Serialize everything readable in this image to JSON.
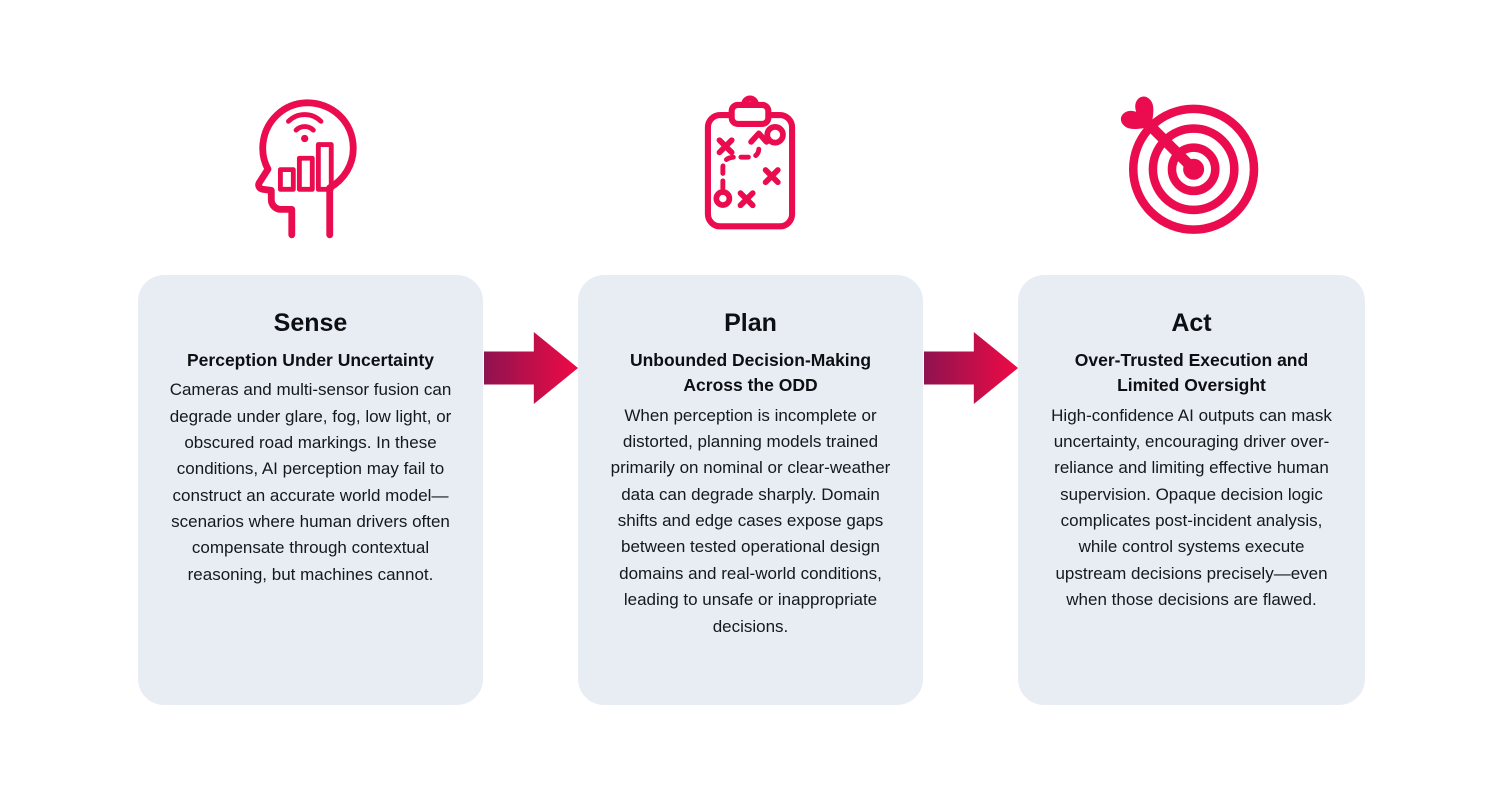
{
  "colors": {
    "accent": "#ea0c4e",
    "card_bg": "#e8edf4",
    "arrow_start": "#8e134f",
    "arrow_end": "#ef0a46",
    "text": "#15181c"
  },
  "cards": [
    {
      "id": "sense",
      "icon": "head-signal-chart-icon",
      "title": "Sense",
      "subtitle": "Perception Under Uncertainty",
      "body": "Cameras and multi-sensor fusion can degrade under glare, fog, low light, or obscured road markings. In these conditions, AI perception may fail to construct an accurate world model—scenarios where human drivers often compensate through contextual reasoning, but machines cannot."
    },
    {
      "id": "plan",
      "icon": "strategy-clipboard-icon",
      "title": "Plan",
      "subtitle": "Unbounded Decision-Making Across the ODD",
      "body": "When perception is incomplete or distorted, planning models trained primarily on nominal or clear-weather data can degrade sharply. Domain shifts and edge cases expose gaps between tested operational design domains and real-world conditions, leading to unsafe or inappropriate decisions."
    },
    {
      "id": "act",
      "icon": "target-dart-icon",
      "title": "Act",
      "subtitle": "Over-Trusted Execution and Limited Oversight",
      "body": "High-confidence AI outputs can mask uncertainty, encouraging driver over-reliance and limiting effective human supervision. Opaque decision logic complicates post-incident analysis, while control systems execute upstream decisions precisely—even when those decisions are flawed."
    }
  ],
  "arrows": [
    {
      "name": "arrow-sense-to-plan"
    },
    {
      "name": "arrow-plan-to-act"
    }
  ]
}
